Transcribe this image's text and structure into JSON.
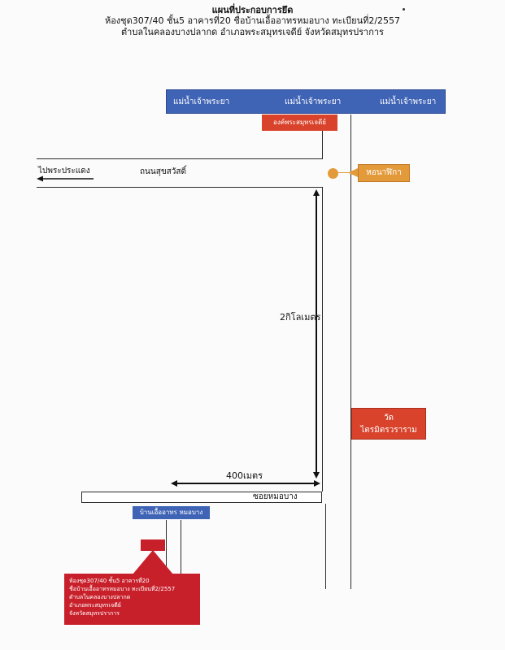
{
  "header": {
    "line1": "แผนที่ประกอบการยึด",
    "line2": "ห้องชุด307/40 ชั้น5 อาคารที่20 ชื่อบ้านเอื้ออาทรหมอบาง ทะเบียนที่2/2557",
    "line3": "ตำบลในคลองบางปลากด อำเภอพระสมุทรเจดีย์ จังหวัดสมุทรปราการ"
  },
  "river": {
    "label_left": "แม่น้ำเจ้าพระยา",
    "label_center": "แม่น้ำเจ้าพระยา",
    "label_right": "แม่น้ำเจ้าพระยา"
  },
  "landmarks": {
    "pagoda": "องค์พระสมุทรเจดีย์",
    "lighthouse": "หอนาฬิกา",
    "temple_line1": "วัด",
    "temple_line2": "ไตรมิตรวราราม",
    "housing_project": "บ้านเอื้ออาทร หมอบาง"
  },
  "roads": {
    "direction_label": "ไปพระประแดง",
    "main_road": "ถนนสุขสวัสดิ์",
    "soi": "ซอยหมอบาง"
  },
  "distances": {
    "vertical": "2กิโลเมตร",
    "horizontal": "400เมตร"
  },
  "property": {
    "line1": "ห้องชุด307/40 ชั้น5 อาคารที่20",
    "line2": "ชื่อบ้านเอื้ออาทรหมอบาง ทะเบียนที่2/2557",
    "line3": "ตำบลในคลองบางปลากด",
    "line4": "อำเภอพระสมุทรเจดีย์",
    "line5": "จังหวัดสมุทรปราการ"
  },
  "colors": {
    "river": "#3f63b5",
    "landmark_red": "#d9422b",
    "property_red": "#c8202b",
    "lighthouse_orange": "#e39a3b"
  }
}
